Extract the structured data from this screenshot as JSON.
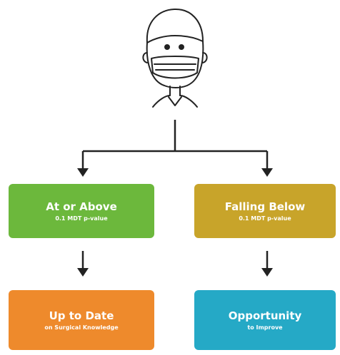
{
  "boxes": {
    "above": {
      "title": "At or Above",
      "sub": "0.1 MDT p-value",
      "color": "#6cb83c"
    },
    "below": {
      "title": "Falling Below",
      "sub": "0.1 MDT p-value",
      "color": "#c8a42a"
    },
    "uptodate": {
      "title": "Up to Date",
      "sub": "on Surgical Knowledge",
      "color": "#ee8a2c"
    },
    "opportunity": {
      "title": "Opportunity",
      "sub": "to Improve",
      "color": "#25a9c6"
    }
  },
  "icons": {
    "figure": "surgeon-figure-icon"
  }
}
